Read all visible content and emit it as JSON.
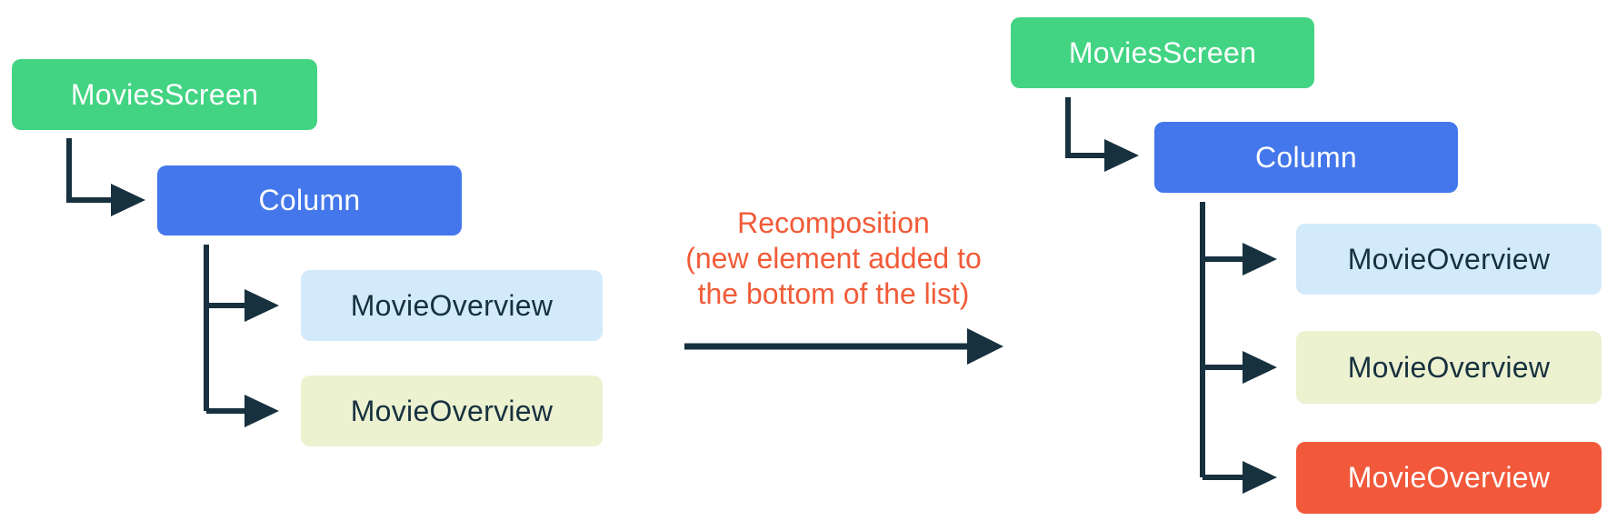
{
  "diagram": {
    "type": "tree-comparison",
    "annotation": {
      "lines": [
        "Recomposition",
        "(new element added to",
        "the bottom of the list)"
      ]
    },
    "left_tree": {
      "root": {
        "label": "MoviesScreen"
      },
      "container": {
        "label": "Column"
      },
      "children": [
        {
          "label": "MovieOverview"
        },
        {
          "label": "MovieOverview"
        }
      ]
    },
    "right_tree": {
      "root": {
        "label": "MoviesScreen"
      },
      "container": {
        "label": "Column"
      },
      "children": [
        {
          "label": "MovieOverview"
        },
        {
          "label": "MovieOverview"
        },
        {
          "label": "MovieOverview"
        }
      ]
    },
    "colors": {
      "root_green": "#42D483",
      "column_blue": "#4377EB",
      "child_light_blue": "#D3EAFB",
      "child_light_yellow": "#ECF1D0",
      "child_orange_highlight": "#F2583A",
      "connector_navy": "#17313F",
      "annotation_orange": "#F15B38"
    }
  }
}
